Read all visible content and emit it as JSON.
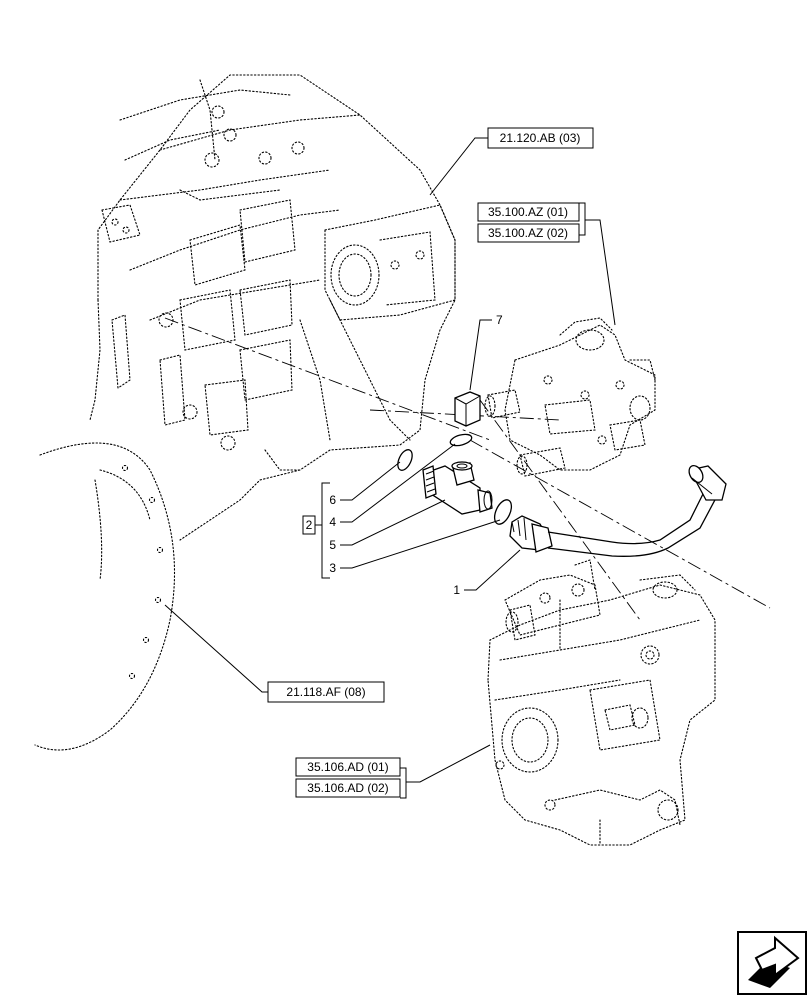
{
  "refs": {
    "r_21_120_ab": "21.120.AB (03)",
    "r_35_100_az_01": "35.100.AZ (01)",
    "r_35_100_az_02": "35.100.AZ (02)",
    "r_21_118_af": "21.118.AF (08)",
    "r_35_106_ad_01": "35.106.AD (01)",
    "r_35_106_ad_02": "35.106.AD (02)"
  },
  "callouts": {
    "n1": "1",
    "n2": "2",
    "n3": "3",
    "n4": "4",
    "n5": "5",
    "n6": "6",
    "n7": "7"
  },
  "icons": {
    "corner": "next-page-arrow-icon"
  }
}
